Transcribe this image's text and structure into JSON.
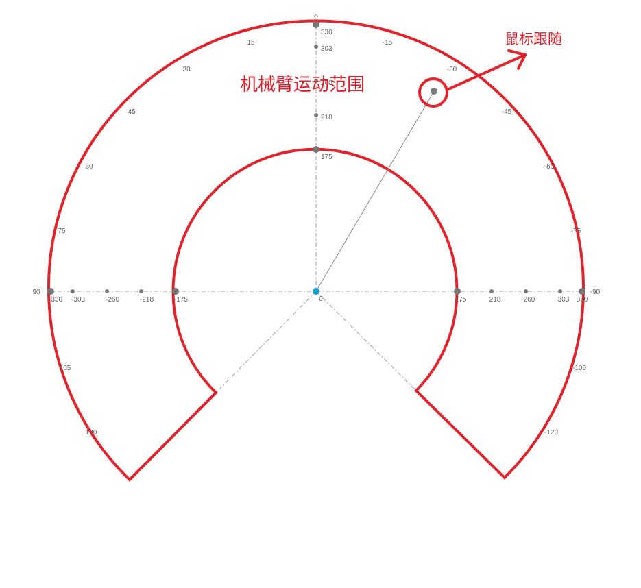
{
  "diagram": {
    "title_annotation": "机械臂运动范围",
    "pointer_annotation": "鼠标跟随",
    "center_label": "0",
    "colors": {
      "range": "#e3232b",
      "axis": "#888888",
      "dot": "#777777",
      "origin": "#1aa0d8",
      "text": "#666666"
    },
    "angle_labels": [
      "0",
      "15",
      "-15",
      "30",
      "-30",
      "45",
      "-45",
      "60",
      "-60",
      "75",
      "-75",
      "90",
      "-90",
      "105",
      "-105",
      "120",
      "-120"
    ],
    "radius_labels": {
      "vertical": [
        "330",
        "303",
        "260",
        "218",
        "175"
      ],
      "horizontal_left": [
        "-330",
        "-303",
        "-260",
        "-218",
        "-175"
      ],
      "horizontal_right": [
        "175",
        "218",
        "260",
        "303",
        "330"
      ]
    }
  }
}
